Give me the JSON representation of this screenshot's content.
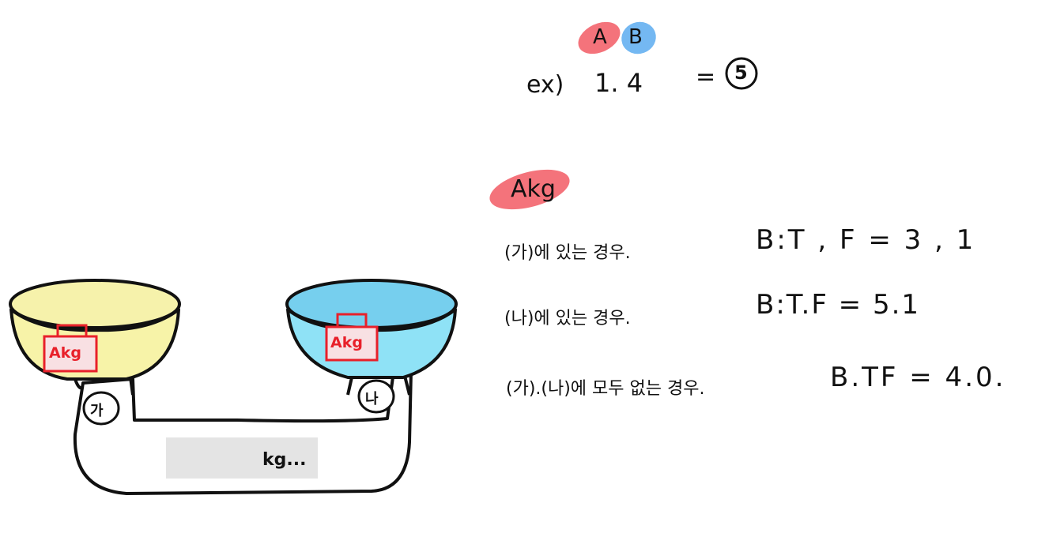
{
  "header": {
    "label_a": "A",
    "label_b": "B",
    "example_prefix": "ex)",
    "example_values": "1. 4",
    "example_equals": "=",
    "example_result": "5"
  },
  "scale": {
    "left_pan_label": "가",
    "right_pan_label": "나",
    "left_tag": "Akg",
    "right_tag": "Akg",
    "display_text": "kg..."
  },
  "notes": {
    "heading": "Akg",
    "cases": [
      {
        "condition": "(가)에 있는 경우.",
        "result": "B:T , F = 3 , 1"
      },
      {
        "condition": "(나)에 있는 경우.",
        "result": "B:T.F = 5.1"
      },
      {
        "condition": "(가).(나)에 모두 없는 경우.",
        "result": "B.TF = 4.0."
      }
    ]
  },
  "colors": {
    "highlight_red": "#f4737b",
    "highlight_blue": "#74b8f2",
    "pan_left_fill": "#f4f0a0",
    "pan_right_fill": "#8fe0f5",
    "tag_red": "#e8202a",
    "display_gray": "#e4e4e4"
  }
}
